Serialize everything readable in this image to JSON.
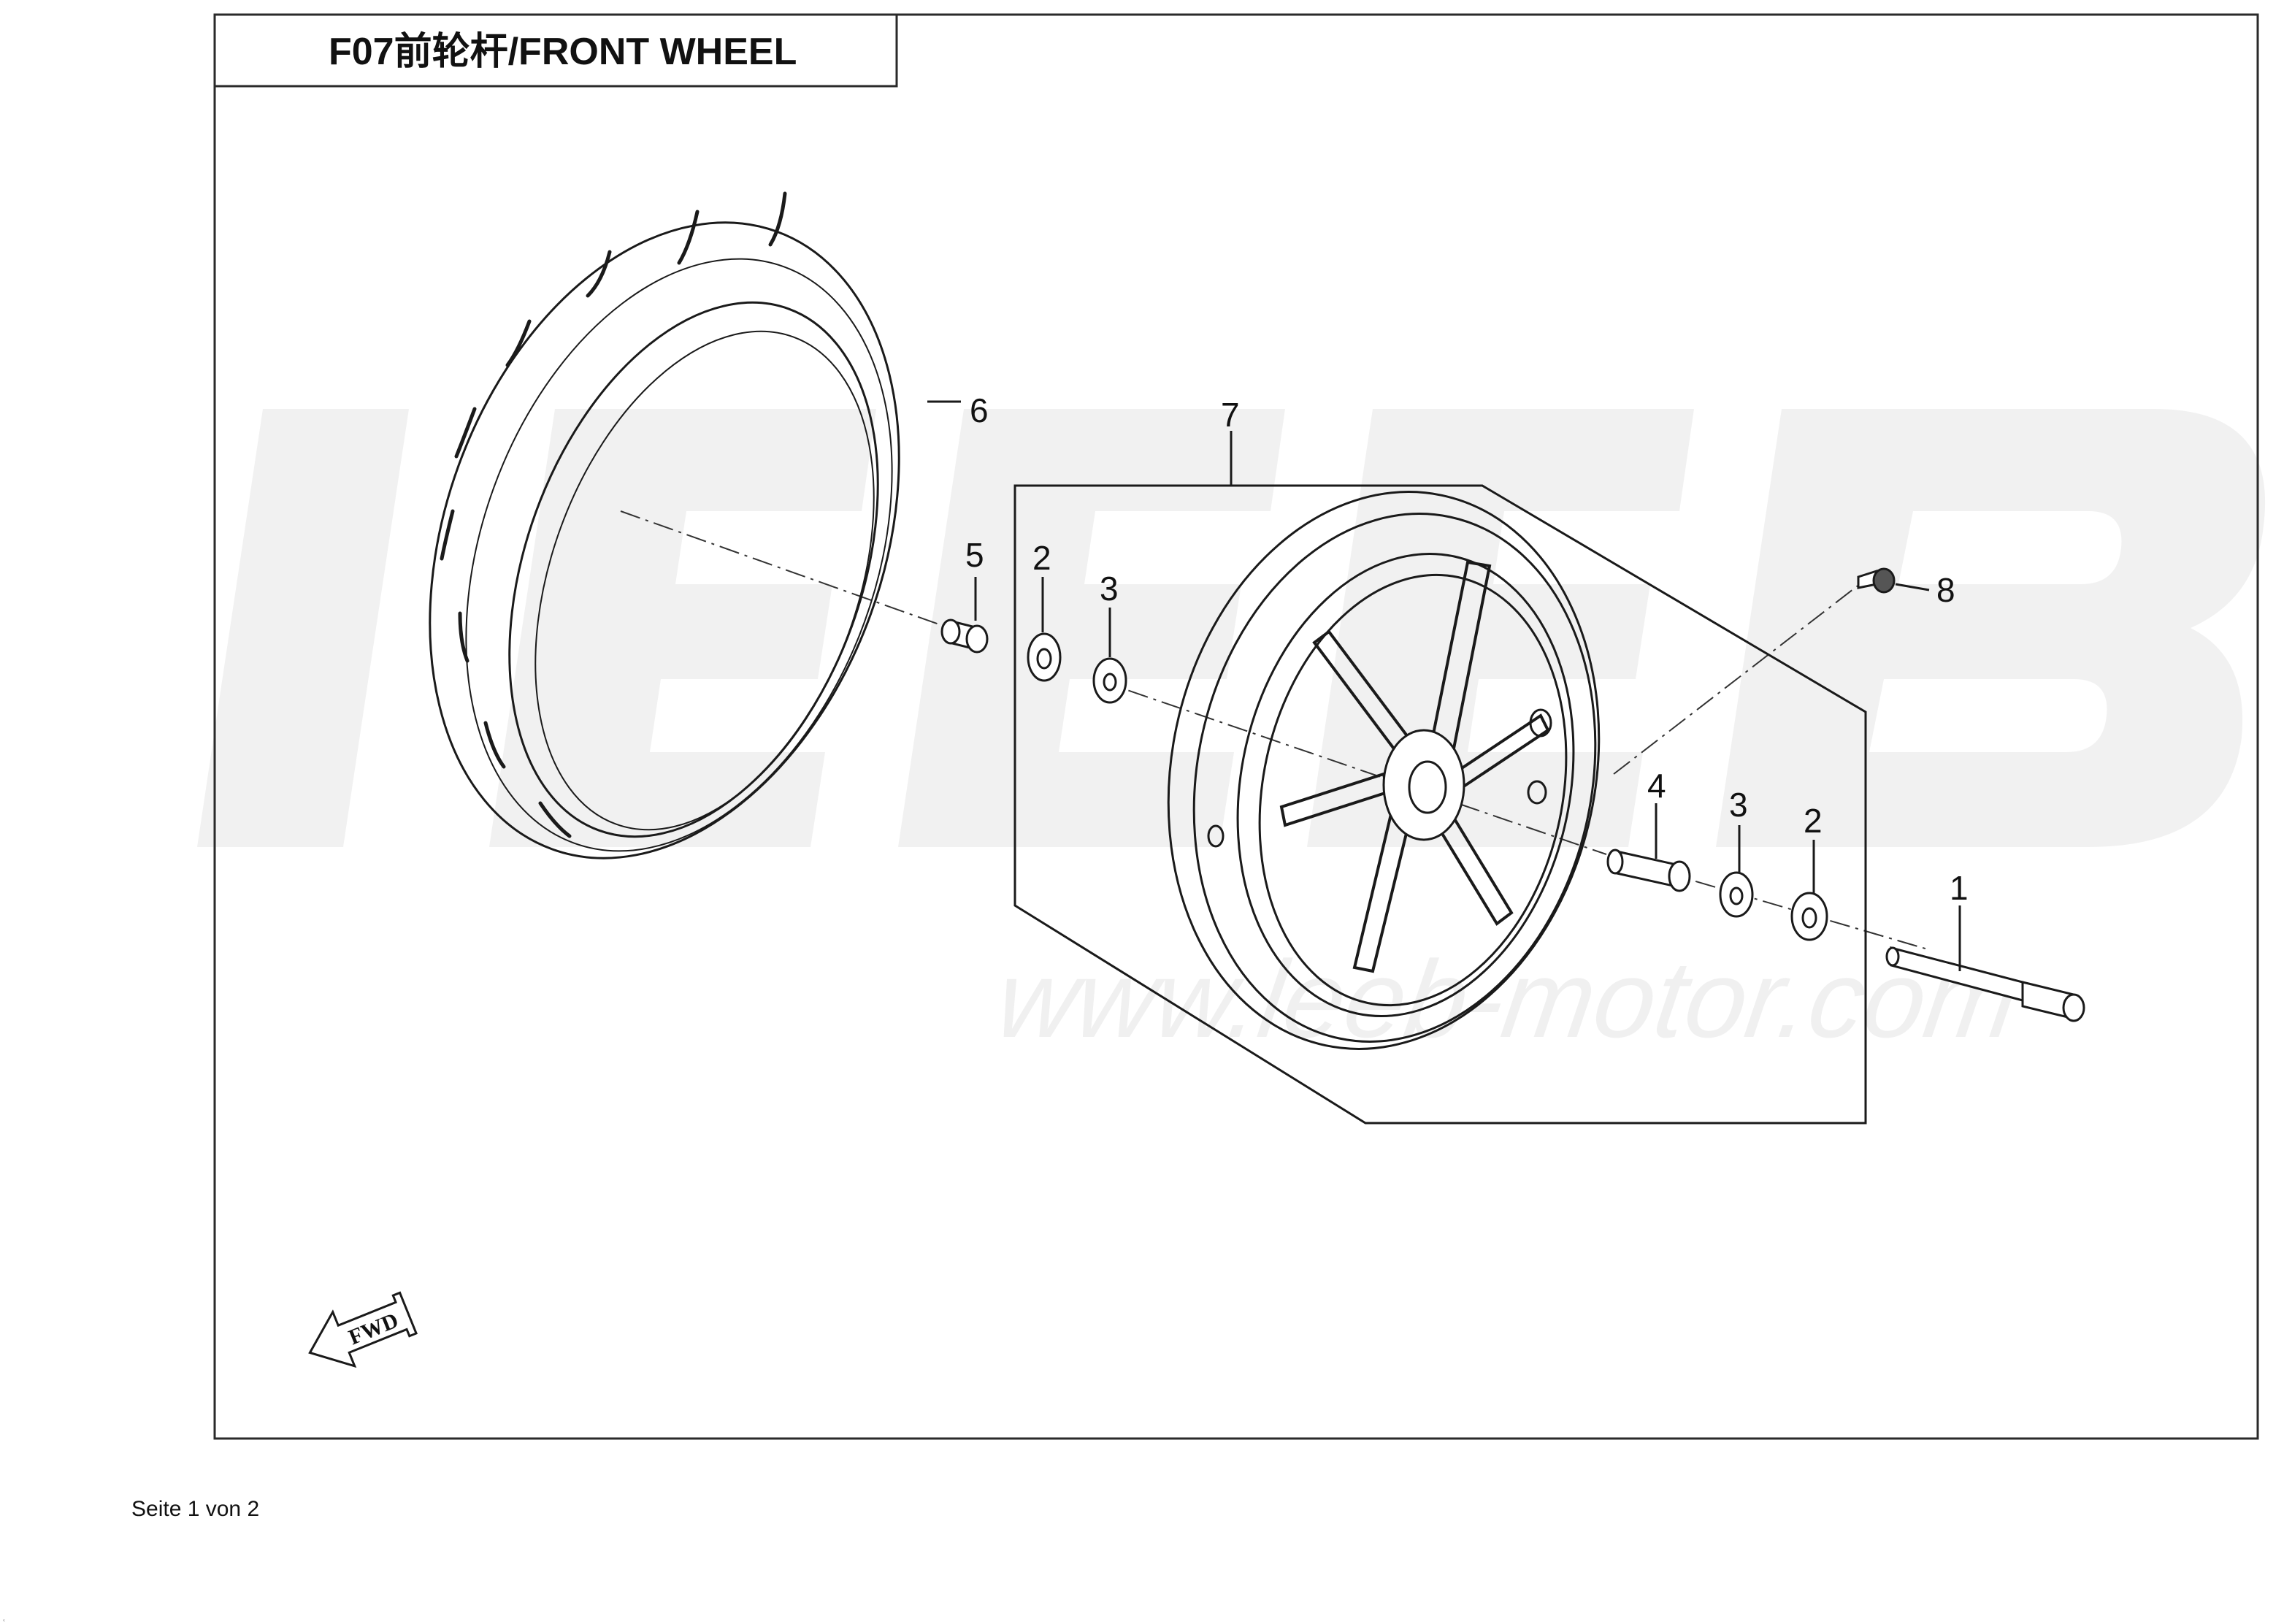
{
  "title": "F07前轮杆/FRONT  WHEEL",
  "watermark": {
    "logo_letters": "LEEB",
    "url": "www.leeb-motor.com"
  },
  "fwd_label": "FWD",
  "callouts": {
    "axle": "1",
    "washer_left": "2",
    "spacer_left": "3",
    "spacer_right": "3",
    "washer_right": "2",
    "collar": "4",
    "bushing": "5",
    "tire": "6",
    "rim": "7",
    "valve": "8"
  },
  "footer": "Seite 1 von 2",
  "corner_mark": "‹",
  "colors": {
    "line": "#1a1a1a",
    "watermark": "#ececec",
    "frame": "#2a2a2a"
  }
}
